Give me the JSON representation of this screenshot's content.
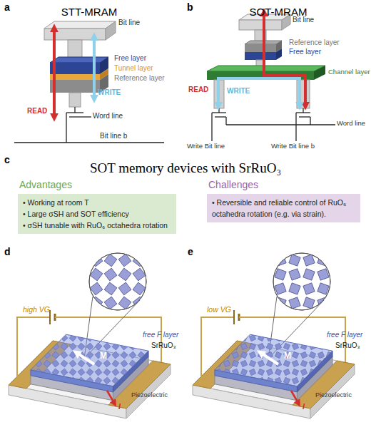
{
  "diagram": {
    "title": "SOT memory devices with SrRuO₃",
    "nodes": [
      {
        "text": [
          "Advantages",
          "• Working at room T",
          "• Large σSH and SOT efficiency",
          "• σSH tunable with RuO₆ octahedra rotation"
        ]
      },
      {
        "text": [
          "Challenges",
          "• Reversible and reliable control of RuO₆ octahedra rotation (e.g. via strain)."
        ]
      }
    ],
    "labels": [
      "a",
      "STT-MRAM",
      "Bit line",
      "Free layer",
      "Tunnel layer",
      "Reference layer",
      "READ",
      "WRITE",
      "Word line",
      "Bit line b",
      "b",
      "SOT-MRAM",
      "Bit line",
      "Reference layer",
      "Free layer",
      "Channel layer",
      "READ",
      "WRITE",
      "Word line",
      "Write Bit line",
      "Write Bit line b",
      "c",
      "d",
      "high VG",
      "free F layer",
      "SrRuO₃",
      "M",
      "I",
      "Piezoelectric",
      "e",
      "low VG",
      "free F layer",
      "SrRuO₃",
      "M",
      "I",
      "Piezoelectric"
    ]
  }
}
